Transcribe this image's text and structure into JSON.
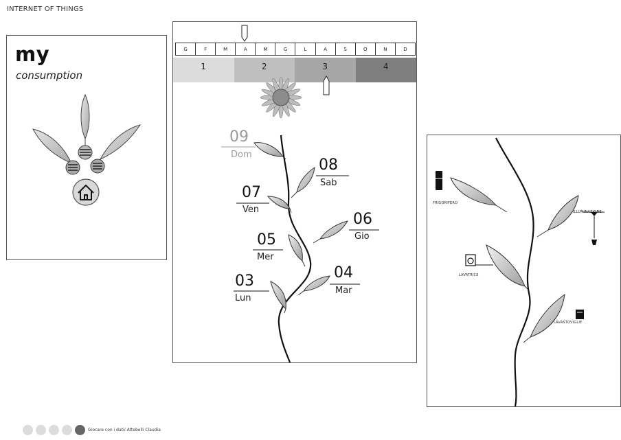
{
  "header": {
    "title": "INTERNET OF THINGS"
  },
  "my_panel": {
    "title": "my",
    "subtitle": "consumption",
    "home_icon": "home-icon"
  },
  "calendar": {
    "months": [
      "G",
      "F",
      "M",
      "A",
      "M",
      "G",
      "L",
      "A",
      "S",
      "O",
      "N",
      "D"
    ],
    "selected_month_index": 3,
    "quarters": [
      {
        "label": "1",
        "color": "#dcdcdc"
      },
      {
        "label": "2",
        "color": "#bfbfbf"
      },
      {
        "label": "3",
        "color": "#a6a6a6"
      },
      {
        "label": "4",
        "color": "#7f7f7f"
      }
    ],
    "days": [
      {
        "num": "09",
        "label": "Dom",
        "color": "#9a9a9a"
      },
      {
        "num": "08",
        "label": "Sab",
        "color": "#111111"
      },
      {
        "num": "07",
        "label": "Ven",
        "color": "#111111"
      },
      {
        "num": "06",
        "label": "Gio",
        "color": "#111111"
      },
      {
        "num": "05",
        "label": "Mer",
        "color": "#111111"
      },
      {
        "num": "04",
        "label": "Mar",
        "color": "#111111"
      },
      {
        "num": "03",
        "label": "Lun",
        "color": "#111111"
      }
    ]
  },
  "devices": {
    "items": [
      {
        "label": "FRIGORIFERO",
        "icon": "fridge-icon"
      },
      {
        "label": "ILLUMINAZIONE",
        "icon": "lamp-icon"
      },
      {
        "label": "LAVATRICE",
        "icon": "washing-machine-icon"
      },
      {
        "label": "LAVASTOVIGLIE",
        "icon": "dishwasher-icon"
      }
    ]
  },
  "footer": {
    "dots": 5,
    "active_dot": 4,
    "text": "Giocare con i dati/ Attebelli Claudia"
  }
}
